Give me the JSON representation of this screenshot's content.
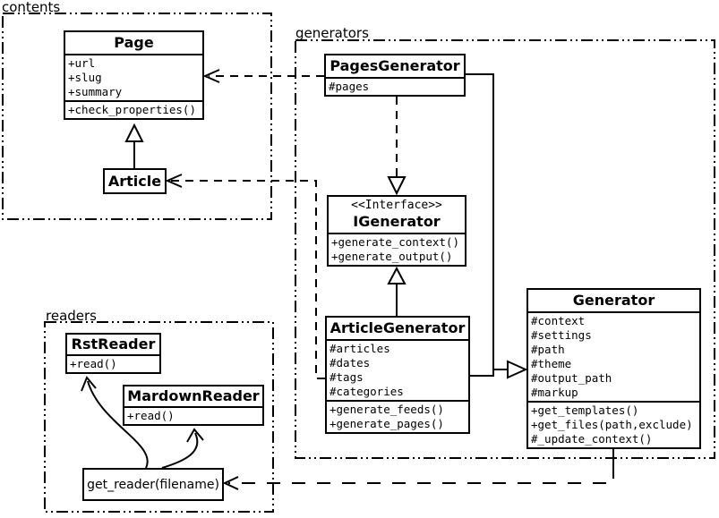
{
  "packages": [
    {
      "id": "contents",
      "label": "contents"
    },
    {
      "id": "generators",
      "label": "generators"
    },
    {
      "id": "readers",
      "label": "readers"
    }
  ],
  "classes": {
    "page": {
      "title": "Page",
      "attributes": [
        "+url",
        "+slug",
        "+summary"
      ],
      "methods": [
        "+check_properties()"
      ]
    },
    "article": {
      "title": "Article"
    },
    "pages_generator": {
      "title": "PagesGenerator",
      "attributes": [
        "#pages"
      ]
    },
    "igenerator": {
      "stereotype": "<<Interface>>",
      "title": "IGenerator",
      "methods": [
        "+generate_context()",
        "+generate_output()"
      ]
    },
    "article_generator": {
      "title": "ArticleGenerator",
      "attributes": [
        "#articles",
        "#dates",
        "#tags",
        "#categories"
      ],
      "methods": [
        "+generate_feeds()",
        "+generate_pages()"
      ]
    },
    "generator": {
      "title": "Generator",
      "attributes": [
        "#context",
        "#settings",
        "#path",
        "#theme",
        "#output_path",
        "#markup"
      ],
      "methods": [
        "+get_templates()",
        "+get_files(path,exclude)",
        "#_update_context()"
      ]
    },
    "rst_reader": {
      "title": "RstReader",
      "methods": [
        "+read()"
      ]
    },
    "mardown_reader": {
      "title": "MardownReader",
      "methods": [
        "+read()"
      ]
    },
    "get_reader": {
      "label": "get_reader(filename)"
    }
  },
  "relationships": [
    {
      "from": "Article",
      "to": "Page",
      "type": "generalization"
    },
    {
      "from": "PagesGenerator",
      "to": "IGenerator",
      "type": "realization"
    },
    {
      "from": "ArticleGenerator",
      "to": "IGenerator",
      "type": "generalization"
    },
    {
      "from": "PagesGenerator",
      "to": "Generator",
      "type": "generalization"
    },
    {
      "from": "ArticleGenerator",
      "to": "Generator",
      "type": "generalization"
    },
    {
      "from": "PagesGenerator",
      "to": "Page",
      "type": "dependency"
    },
    {
      "from": "ArticleGenerator",
      "to": "Article",
      "type": "dependency"
    },
    {
      "from": "Generator",
      "to": "get_reader",
      "type": "dependency"
    },
    {
      "from": "get_reader",
      "to": "RstReader",
      "type": "association"
    },
    {
      "from": "get_reader",
      "to": "MardownReader",
      "type": "association"
    }
  ],
  "colors": {
    "line": "#000000",
    "background": "#ffffff",
    "box_fill": "#ffffff"
  }
}
